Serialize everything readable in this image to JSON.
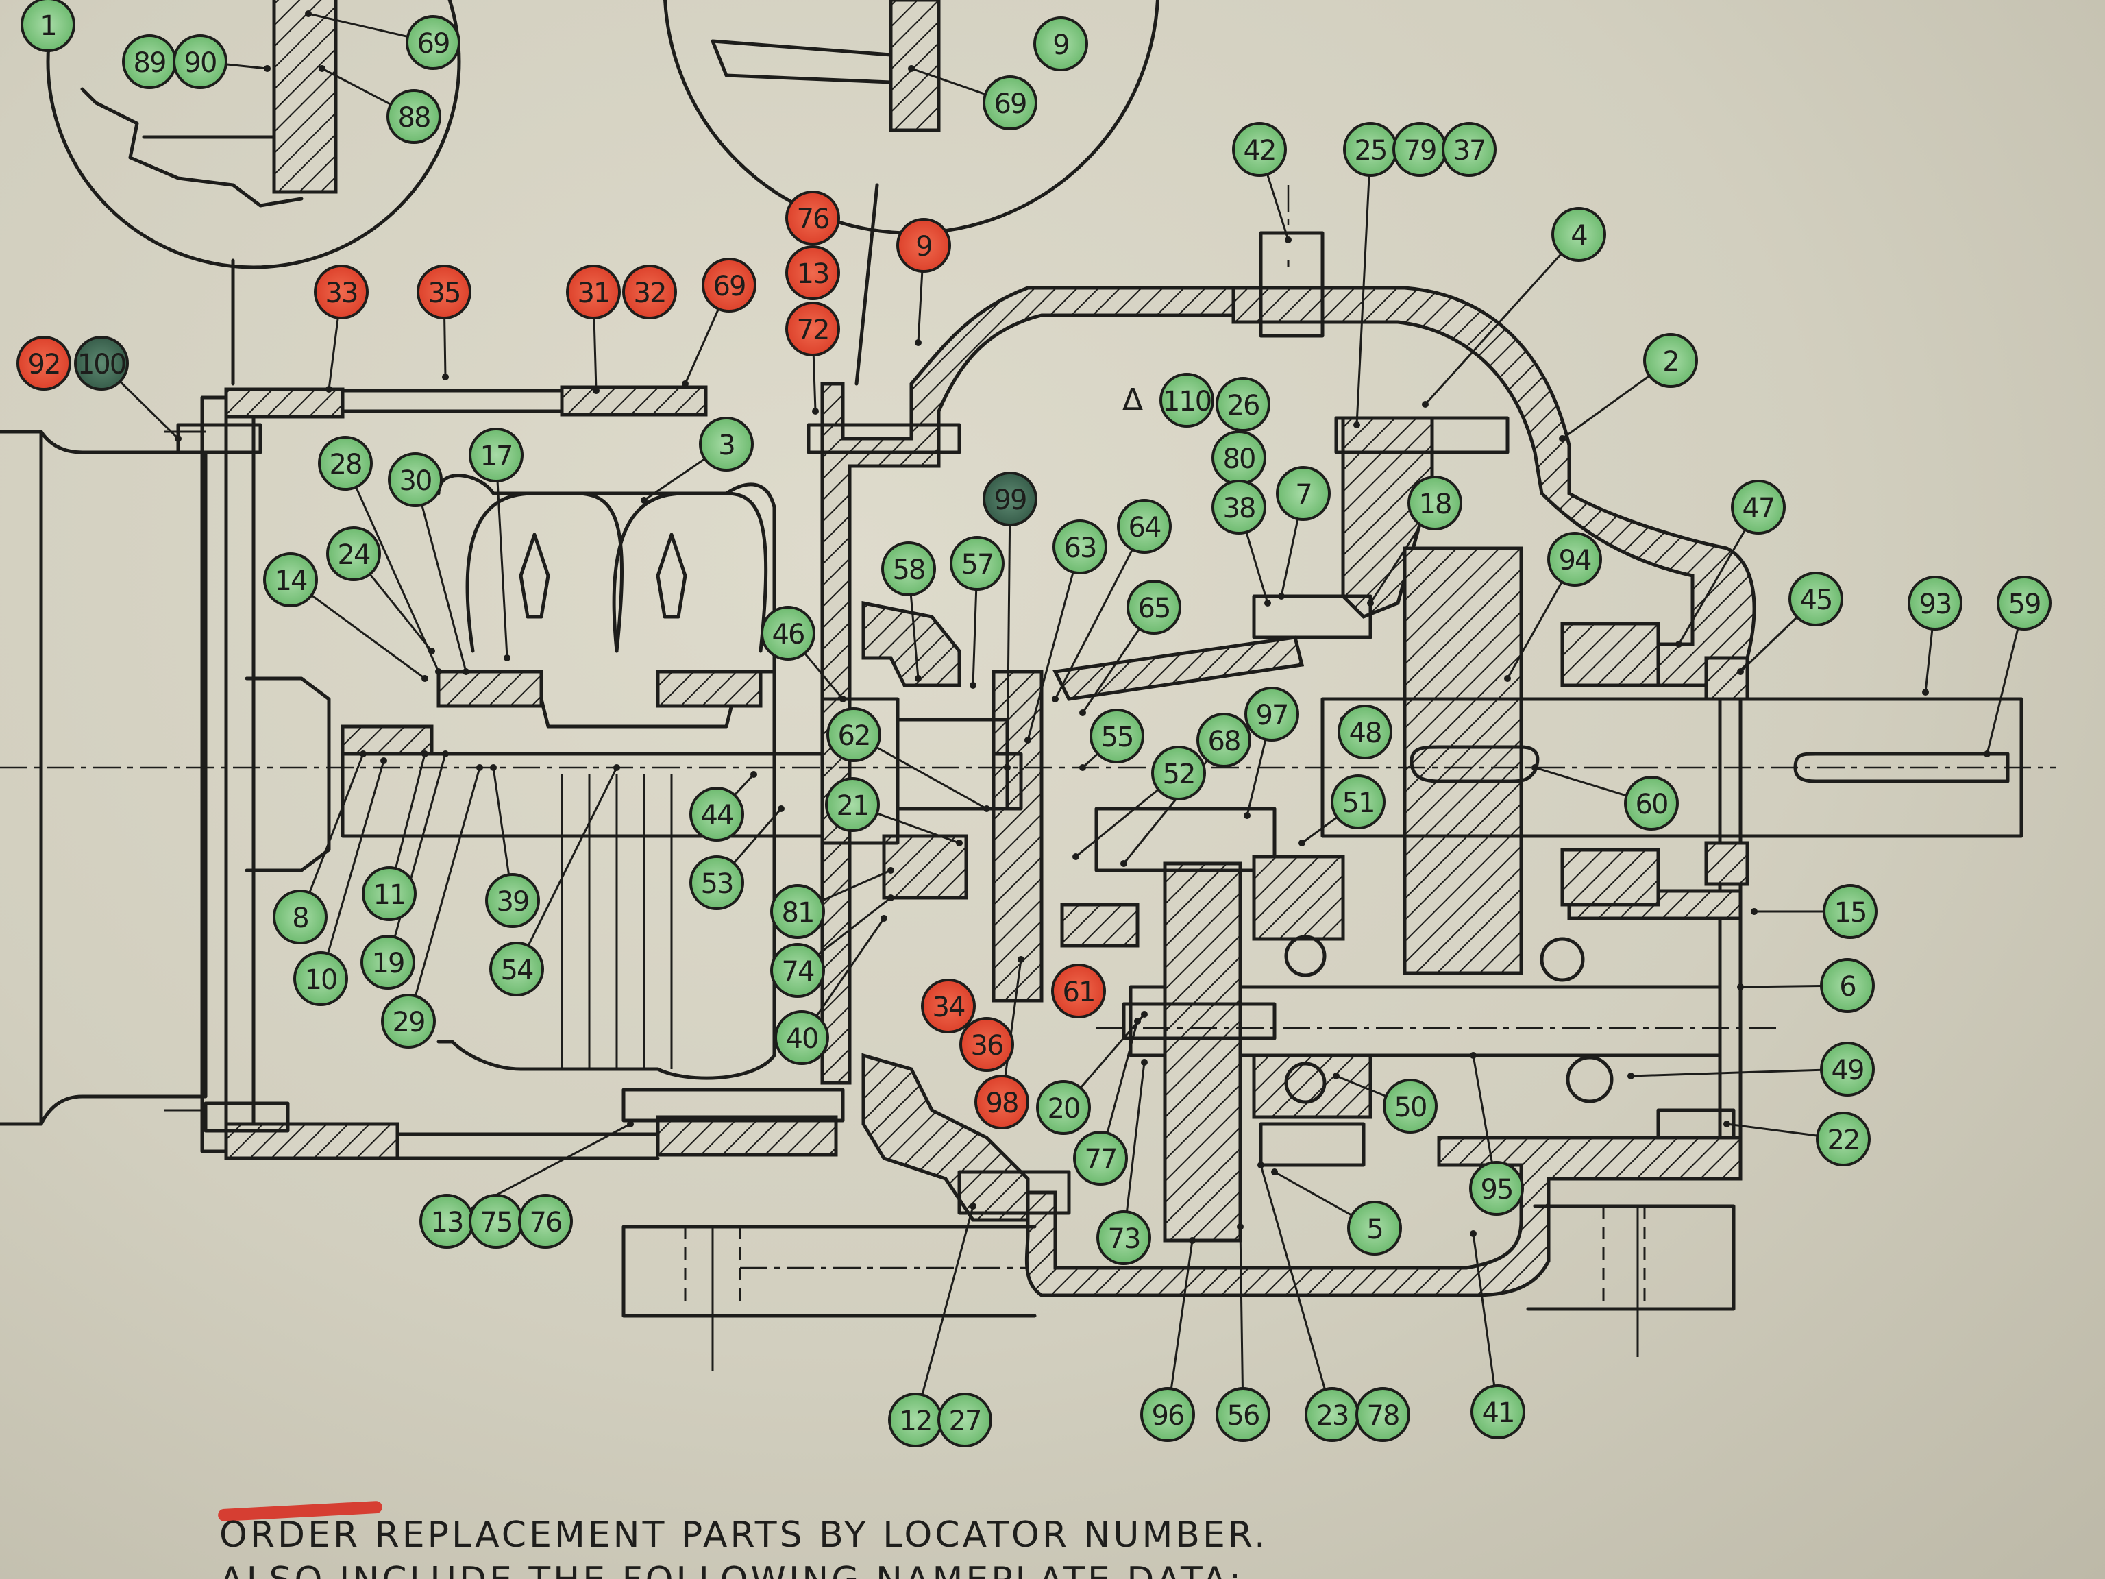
{
  "colors": {
    "paper": "#d2cfbf",
    "ink": "#1d1d1b",
    "green_marker": "#79c27a",
    "red_marker": "#e8442e",
    "dark_marker": "#3f6b55"
  },
  "note": {
    "line1": "ORDER REPLACEMENT PARTS BY LOCATOR NUMBER.",
    "line2": "ALSO INCLUDE THE FOLLOWING NAMEPLATE DATA:"
  },
  "symbol": {
    "delta": "Δ"
  },
  "bubbles": [
    {
      "label": "1",
      "color": "green"
    },
    {
      "label": "89",
      "color": "green"
    },
    {
      "label": "90",
      "color": "green"
    },
    {
      "label": "69",
      "color": "green"
    },
    {
      "label": "88",
      "color": "green"
    },
    {
      "label": "9",
      "color": "green"
    },
    {
      "label": "69",
      "color": "green"
    },
    {
      "label": "42",
      "color": "green"
    },
    {
      "label": "25",
      "color": "green"
    },
    {
      "label": "79",
      "color": "green"
    },
    {
      "label": "37",
      "color": "green"
    },
    {
      "label": "4",
      "color": "green"
    },
    {
      "label": "2",
      "color": "green"
    },
    {
      "label": "76",
      "color": "red"
    },
    {
      "label": "13",
      "color": "red"
    },
    {
      "label": "72",
      "color": "red"
    },
    {
      "label": "9",
      "color": "red"
    },
    {
      "label": "33",
      "color": "red"
    },
    {
      "label": "35",
      "color": "red"
    },
    {
      "label": "31",
      "color": "red"
    },
    {
      "label": "32",
      "color": "red"
    },
    {
      "label": "69",
      "color": "red"
    },
    {
      "label": "92",
      "color": "red"
    },
    {
      "label": "100",
      "color": "dark"
    },
    {
      "label": "110",
      "color": "green"
    },
    {
      "label": "26",
      "color": "green"
    },
    {
      "label": "80",
      "color": "green"
    },
    {
      "label": "38",
      "color": "green"
    },
    {
      "label": "7",
      "color": "green"
    },
    {
      "label": "18",
      "color": "green"
    },
    {
      "label": "3",
      "color": "green"
    },
    {
      "label": "28",
      "color": "green"
    },
    {
      "label": "30",
      "color": "green"
    },
    {
      "label": "17",
      "color": "green"
    },
    {
      "label": "24",
      "color": "green"
    },
    {
      "label": "14",
      "color": "green"
    },
    {
      "label": "99",
      "color": "dark"
    },
    {
      "label": "63",
      "color": "green"
    },
    {
      "label": "64",
      "color": "green"
    },
    {
      "label": "58",
      "color": "green"
    },
    {
      "label": "57",
      "color": "green"
    },
    {
      "label": "65",
      "color": "green"
    },
    {
      "label": "94",
      "color": "green"
    },
    {
      "label": "47",
      "color": "green"
    },
    {
      "label": "45",
      "color": "green"
    },
    {
      "label": "93",
      "color": "green"
    },
    {
      "label": "59",
      "color": "green"
    },
    {
      "label": "46",
      "color": "green"
    },
    {
      "label": "97",
      "color": "green"
    },
    {
      "label": "48",
      "color": "green"
    },
    {
      "label": "62",
      "color": "green"
    },
    {
      "label": "55",
      "color": "green"
    },
    {
      "label": "68",
      "color": "green"
    },
    {
      "label": "52",
      "color": "green"
    },
    {
      "label": "51",
      "color": "green"
    },
    {
      "label": "60",
      "color": "green"
    },
    {
      "label": "21",
      "color": "green"
    },
    {
      "label": "44",
      "color": "green"
    },
    {
      "label": "53",
      "color": "green"
    },
    {
      "label": "8",
      "color": "green"
    },
    {
      "label": "11",
      "color": "green"
    },
    {
      "label": "39",
      "color": "green"
    },
    {
      "label": "10",
      "color": "green"
    },
    {
      "label": "19",
      "color": "green"
    },
    {
      "label": "54",
      "color": "green"
    },
    {
      "label": "29",
      "color": "green"
    },
    {
      "label": "81",
      "color": "green"
    },
    {
      "label": "74",
      "color": "green"
    },
    {
      "label": "40",
      "color": "green"
    },
    {
      "label": "34",
      "color": "red"
    },
    {
      "label": "36",
      "color": "red"
    },
    {
      "label": "98",
      "color": "red"
    },
    {
      "label": "61",
      "color": "red"
    },
    {
      "label": "20",
      "color": "green"
    },
    {
      "label": "77",
      "color": "green"
    },
    {
      "label": "15",
      "color": "green"
    },
    {
      "label": "6",
      "color": "green"
    },
    {
      "label": "49",
      "color": "green"
    },
    {
      "label": "50",
      "color": "green"
    },
    {
      "label": "22",
      "color": "green"
    },
    {
      "label": "95",
      "color": "green"
    },
    {
      "label": "5",
      "color": "green"
    },
    {
      "label": "73",
      "color": "green"
    },
    {
      "label": "13",
      "color": "green"
    },
    {
      "label": "75",
      "color": "green"
    },
    {
      "label": "76",
      "color": "green"
    },
    {
      "label": "12",
      "color": "green"
    },
    {
      "label": "27",
      "color": "green"
    },
    {
      "label": "96",
      "color": "green"
    },
    {
      "label": "56",
      "color": "green"
    },
    {
      "label": "23",
      "color": "green"
    },
    {
      "label": "78",
      "color": "green"
    },
    {
      "label": "41",
      "color": "green"
    }
  ]
}
